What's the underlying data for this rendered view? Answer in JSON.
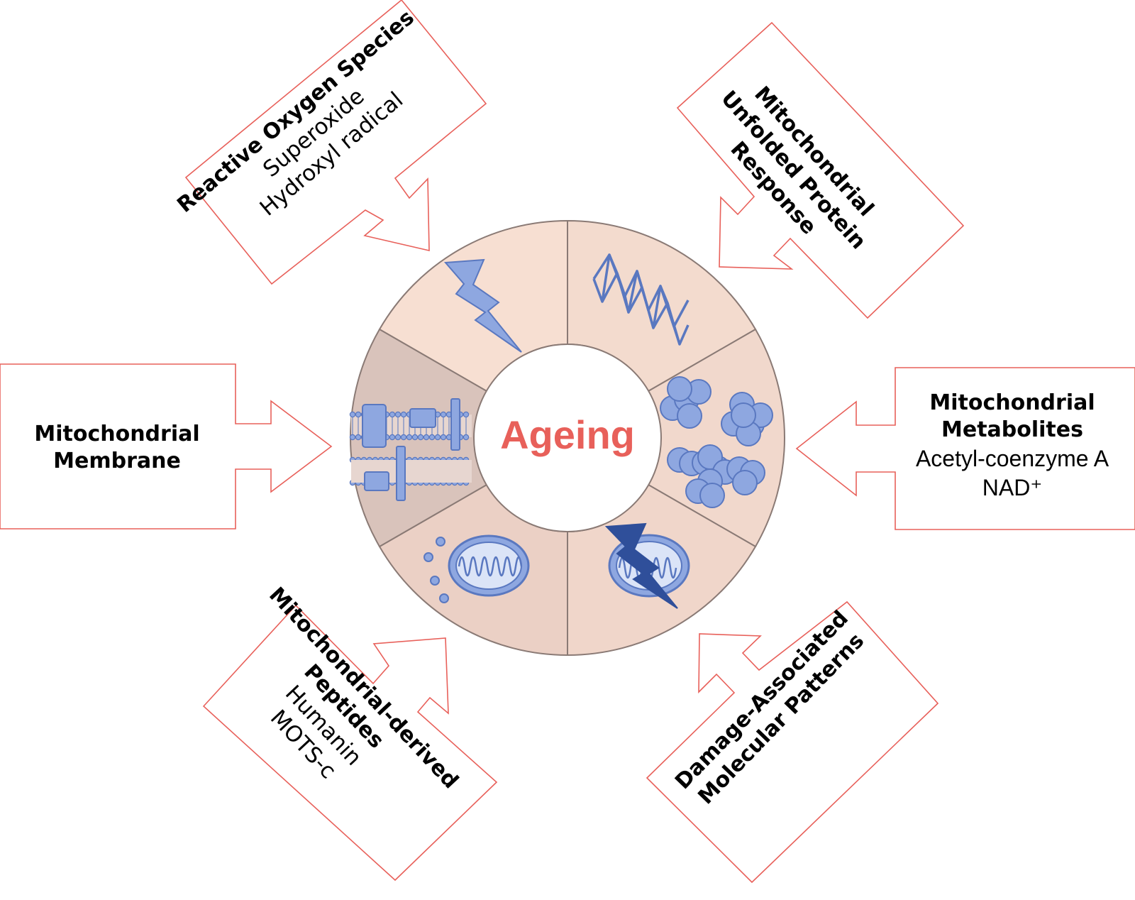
{
  "center_label": "Ageing",
  "colors": {
    "arrow_outline": "#e8605a",
    "ring_light": "#f7dfd2",
    "ring_mid": "#f1d8cc",
    "ring_dark": "#d9c3bb",
    "ring_outline": "#8a7a75",
    "icon_fill": "#8ea7e0",
    "icon_stroke": "#5a78c0",
    "icon_dark": "#2f4f9a",
    "center_text": "#e8605a"
  },
  "callouts": {
    "ros": {
      "title": "Reactive Oxygen Species",
      "items": [
        "Superoxide",
        "Hydroxyl radical"
      ]
    },
    "upr": {
      "title_lines": [
        "Mitochondrial",
        "Unfolded Protein",
        "Response"
      ]
    },
    "metabolites": {
      "title_lines": [
        "Mitochondrial",
        "Metabolites"
      ],
      "items": [
        "Acetyl-coenzyme A",
        "NAD⁺"
      ]
    },
    "damps": {
      "title_lines": [
        "Damage-Associated",
        "Molecular Patterns"
      ]
    },
    "mdp": {
      "title_lines": [
        "Mitochondrial-derived",
        "Peptides"
      ],
      "items": [
        "Humanin",
        "MOTS-c"
      ]
    },
    "membrane": {
      "title_lines": [
        "Mitochondrial",
        "Membrane"
      ]
    }
  },
  "segments": [
    {
      "name": "ros",
      "icon": "lightning-icon"
    },
    {
      "name": "upr",
      "icon": "unfolded-protein-icon"
    },
    {
      "name": "metabolites",
      "icon": "molecule-clusters-icon"
    },
    {
      "name": "damps",
      "icon": "damaged-mitochondrion-icon"
    },
    {
      "name": "mdp",
      "icon": "mitochondrion-peptides-icon"
    },
    {
      "name": "membrane",
      "icon": "membrane-bilayer-icon"
    }
  ]
}
